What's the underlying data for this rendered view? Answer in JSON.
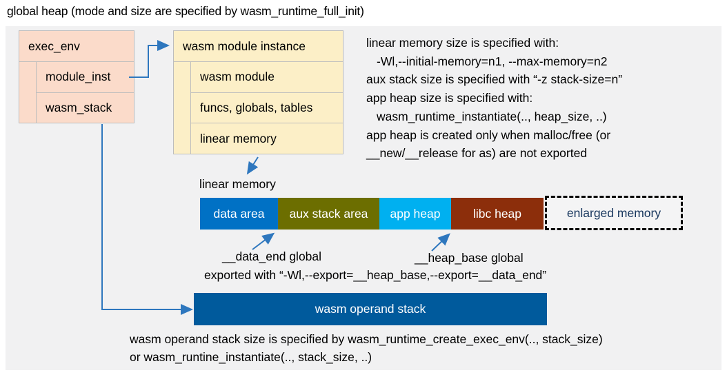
{
  "title": "global heap (mode and size are specified by wasm_runtime_full_init)",
  "exec_env": {
    "header": "exec_env",
    "rows": [
      "module_inst",
      "wasm_stack"
    ]
  },
  "module_instance": {
    "header": "wasm module instance",
    "rows": [
      "wasm module",
      "funcs, globals, tables",
      "linear memory"
    ]
  },
  "notes_right": {
    "lines": [
      "linear memory size is specified with:",
      "-Wl,--initial-memory=n1, --max-memory=n2",
      "aux stack size is specified with “-z stack-size=n”",
      "app heap size is specified with:",
      "wasm_runtime_instantiate(.., heap_size, ..)",
      "app heap is created only when malloc/free (or",
      "__new/__release for as) are not exported"
    ]
  },
  "linear_memory": {
    "label": "linear memory",
    "segments": [
      {
        "label": "data area",
        "color": "#0071C5"
      },
      {
        "label": "aux stack area",
        "color": "#6C6E00"
      },
      {
        "label": "app heap",
        "color": "#00B0F0"
      },
      {
        "label": "libc heap",
        "color": "#8C2E0B"
      }
    ],
    "enlarged": {
      "label": "enlarged memory",
      "text_color": "#17365D"
    }
  },
  "annotations": {
    "data_end": "__data_end global",
    "heap_base": "__heap_base global",
    "exported": "exported with “-Wl,--export=__heap_base,--export=__data_end”"
  },
  "operand_stack": {
    "label": "wasm operand stack",
    "color": "#005A9C",
    "note_lines": [
      "wasm operand stack size is specified by wasm_runtime_create_exec_env(.., stack_size)",
      "or wasm_runtine_instantiate(.., stack_size, ..)"
    ]
  },
  "colors": {
    "panel_bg": "#F1F1F2",
    "exec_env_bg": "#FBDBCA",
    "module_instance_bg": "#FCEFC7",
    "box_border": "#BDBDBD",
    "arrow": "#2E77BE"
  }
}
